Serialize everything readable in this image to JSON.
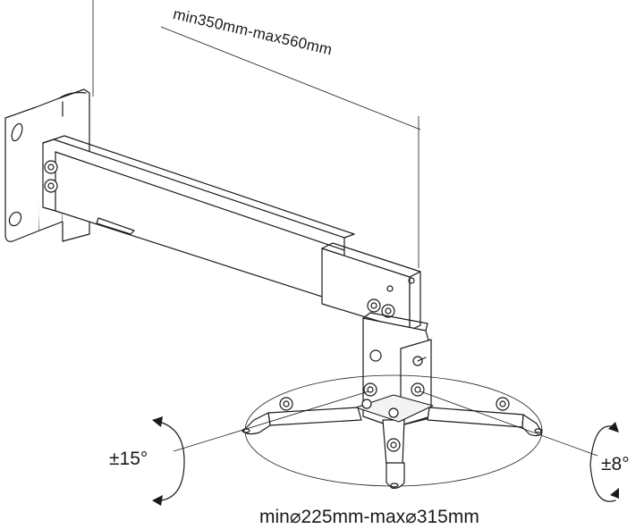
{
  "diagram": {
    "subject": "projector wall mount bracket",
    "labels": {
      "arm_length": "min350mm-max560mm",
      "plate_diameter": "min⌀225mm-max⌀315mm",
      "tilt_angle": "±15°",
      "swivel_angle": "±8°"
    },
    "colors": {
      "line": "#1a1a1a",
      "background": "#ffffff"
    }
  }
}
